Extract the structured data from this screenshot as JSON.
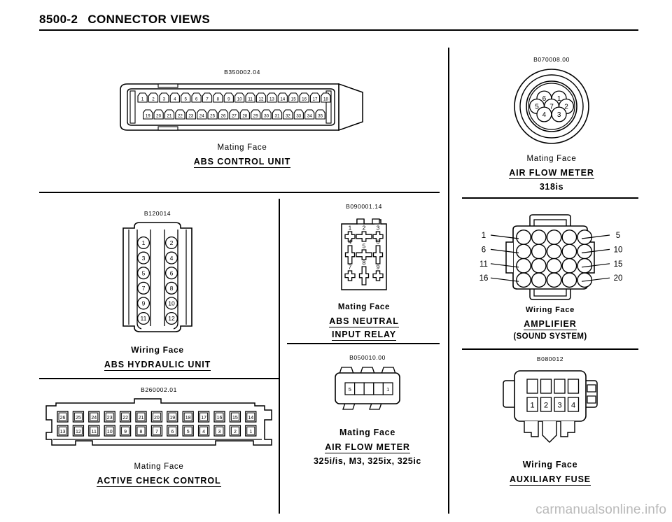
{
  "header": {
    "section_number": "8500-2",
    "title": "CONNECTOR VIEWS"
  },
  "watermark": "carmanualsonline.info",
  "labels": {
    "mating_face": "Mating Face",
    "wiring_face": "Wiring Face"
  },
  "connectors": [
    {
      "id": "abs-control-unit",
      "part_number": "B350002.04",
      "face": "Mating Face",
      "name": "ABS CONTROL UNIT",
      "pins_top": [
        "1",
        "2",
        "3",
        "4",
        "5",
        "6",
        "7",
        "8",
        "9",
        "10",
        "11",
        "12",
        "13",
        "14",
        "15",
        "16",
        "17",
        "18"
      ],
      "pins_bottom": [
        "19",
        "20",
        "21",
        "22",
        "23",
        "24",
        "25",
        "26",
        "27",
        "28",
        "29",
        "30",
        "31",
        "32",
        "33",
        "34",
        "35"
      ]
    },
    {
      "id": "air-flow-meter-318is",
      "part_number": "B070008.00",
      "face": "Mating Face",
      "name": "AIR FLOW METER",
      "model": "318is",
      "pins": [
        "1",
        "2",
        "3",
        "4",
        "5",
        "6",
        "7"
      ]
    },
    {
      "id": "abs-hydraulic-unit",
      "part_number": "B120014",
      "face": "Wiring Face",
      "name": "ABS HYDRAULIC UNIT",
      "pins_left": [
        "1",
        "3",
        "5",
        "7",
        "9",
        "11"
      ],
      "pins_right": [
        "2",
        "4",
        "6",
        "8",
        "10",
        "12"
      ]
    },
    {
      "id": "abs-neutral-input-relay",
      "part_number": "B090001.14",
      "face": "Mating Face",
      "name": "ABS NEUTRAL",
      "name2": "INPUT RELAY",
      "pins": [
        "1",
        "2",
        "3",
        "4",
        "5",
        "6",
        "7",
        "8",
        "9"
      ]
    },
    {
      "id": "amplifier-sound-system",
      "part_number": "",
      "face": "Wiring Face",
      "name": "AMPLIFIER",
      "name2": "(SOUND SYSTEM)",
      "row_start_labels": [
        "1",
        "6",
        "11",
        "16"
      ],
      "row_end_labels": [
        "5",
        "10",
        "15",
        "20"
      ]
    },
    {
      "id": "active-check-control",
      "part_number": "B260002.01",
      "face": "Mating Face",
      "name": "ACTIVE CHECK CONTROL",
      "pins_top": [
        "26",
        "25",
        "24",
        "23",
        "22",
        "21",
        "20",
        "19",
        "18",
        "17",
        "16",
        "15",
        "14"
      ],
      "pins_bottom": [
        "13",
        "12",
        "11",
        "10",
        "9",
        "8",
        "7",
        "6",
        "5",
        "4",
        "3",
        "2",
        "1"
      ]
    },
    {
      "id": "air-flow-meter-325",
      "part_number": "B050010.00",
      "face": "Mating Face",
      "name": "AIR FLOW METER",
      "model": "325i/is, M3, 325ix, 325ic",
      "pin_first": "5",
      "pin_last": "1",
      "cells": 5
    },
    {
      "id": "auxiliary-fuse",
      "part_number": "B080012",
      "face": "Wiring Face",
      "name": "AUXILIARY FUSE",
      "pins_bottom": [
        "1",
        "2",
        "3",
        "4"
      ],
      "top_cells": 4
    }
  ]
}
